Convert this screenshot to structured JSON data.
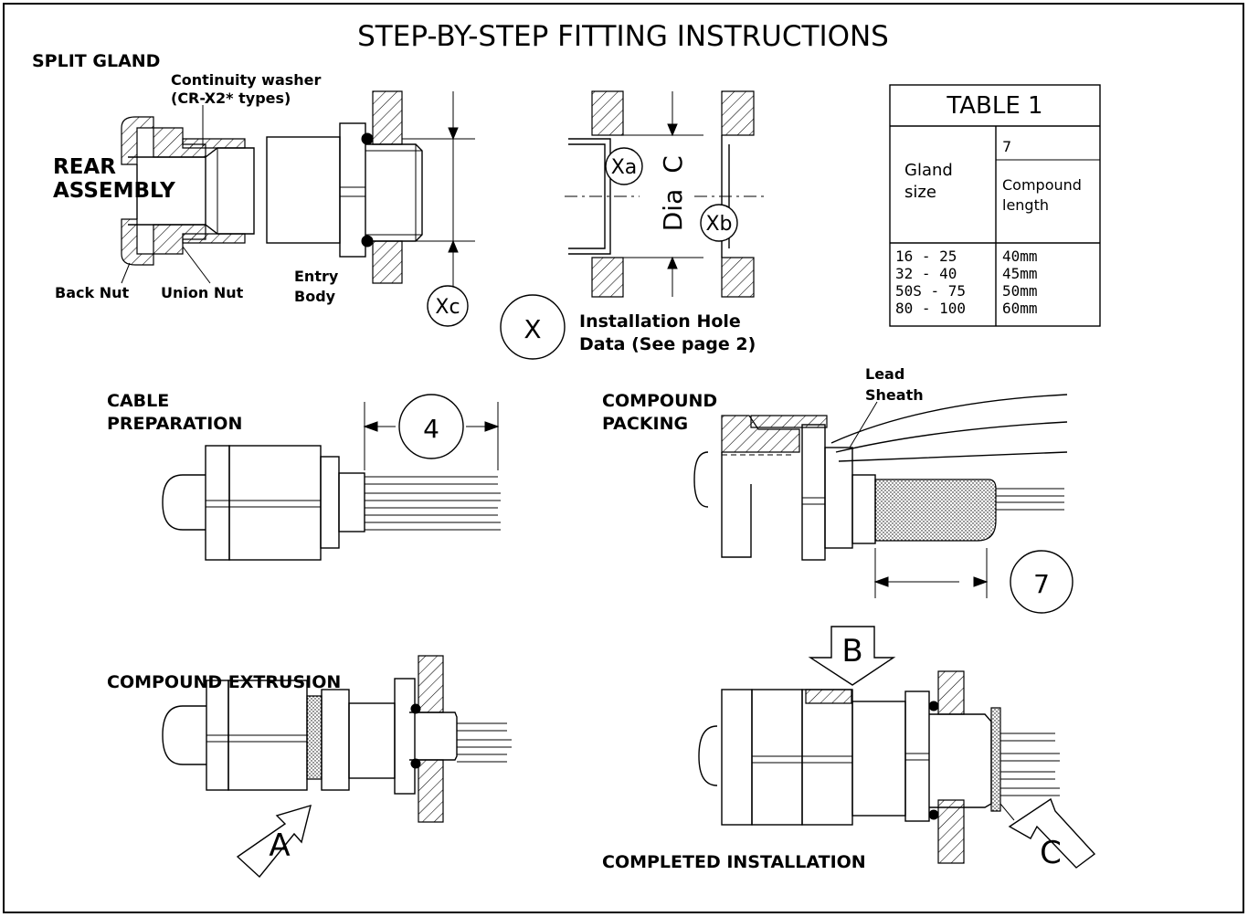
{
  "title": "STEP-BY-STEP FITTING INSTRUCTIONS",
  "split_gland": {
    "heading": "SPLIT GLAND",
    "continuity_washer_line1": "Continuity washer",
    "continuity_washer_line2": "(CR-X2* types)",
    "rear_assembly_line1": "REAR",
    "rear_assembly_line2": "ASSEMBLY",
    "back_nut": "Back Nut",
    "union_nut": "Union Nut",
    "entry_body_line1": "Entry",
    "entry_body_line2": "Body"
  },
  "callouts": {
    "xa": "Xa",
    "xb": "Xb",
    "xc": "Xc",
    "x": "X",
    "dia": "Dia",
    "c": "C",
    "four": "4",
    "seven": "7",
    "arrow_a": "A",
    "arrow_b": "B",
    "arrow_c": "C"
  },
  "installation_hole": {
    "line1": "Installation Hole",
    "line2": "Data (See page 2)"
  },
  "table1": {
    "title": "TABLE 1",
    "gland_size_line1": "Gland",
    "gland_size_line2": "size",
    "col_number": "7",
    "compound_length_line1": "Compound",
    "compound_length_line2": "length",
    "rows": [
      {
        "size": "16 - 25",
        "length": "40mm"
      },
      {
        "size": "32 - 40",
        "length": "45mm"
      },
      {
        "size": "50S - 75",
        "length": "50mm"
      },
      {
        "size": "80 - 100",
        "length": "60mm"
      }
    ]
  },
  "steps": {
    "cable_prep_line1": "CABLE",
    "cable_prep_line2": "PREPARATION",
    "compound_packing_line1": "COMPOUND",
    "compound_packing_line2": "PACKING",
    "lead_sheath_line1": "Lead",
    "lead_sheath_line2": "Sheath",
    "compound_extrusion": "COMPOUND EXTRUSION",
    "completed_installation": "COMPLETED INSTALLATION"
  }
}
